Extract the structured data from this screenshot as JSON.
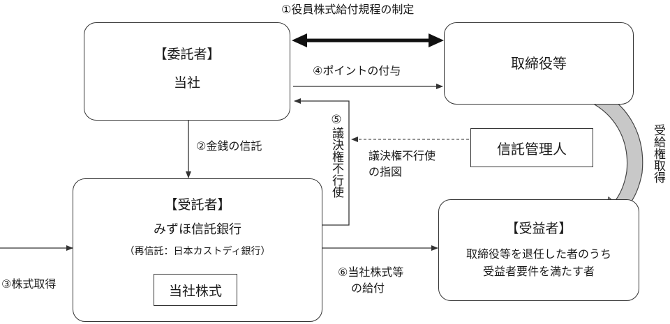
{
  "labels": {
    "regulation": "①役員株式給付規程の制定",
    "points": "④ポイントの付与",
    "money_trust": "②金銭の信託",
    "voting_vertical": "⑤議決権不行使",
    "voting_instruction_line1": "議決権不行使",
    "voting_instruction_line2": "の指図",
    "entitlement_vertical": "受給権取得",
    "stock_acquisition": "③株式取得",
    "stock_delivery_line1": "⑥当社株式等",
    "stock_delivery_line2": "の給付"
  },
  "entrustor": {
    "role": "【委託者】",
    "name": "当社"
  },
  "directors": {
    "name": "取締役等"
  },
  "administrator": {
    "name": "信託管理人"
  },
  "trustee": {
    "role": "【受託者】",
    "name": "みずほ信託銀行",
    "retrust": "（再信託：日本カストディ銀行）",
    "holding": "当社株式"
  },
  "beneficiary": {
    "role": "【受益者】",
    "line1": "取締役等を退任した者のうち",
    "line2": "受益者要件を満たす者"
  }
}
